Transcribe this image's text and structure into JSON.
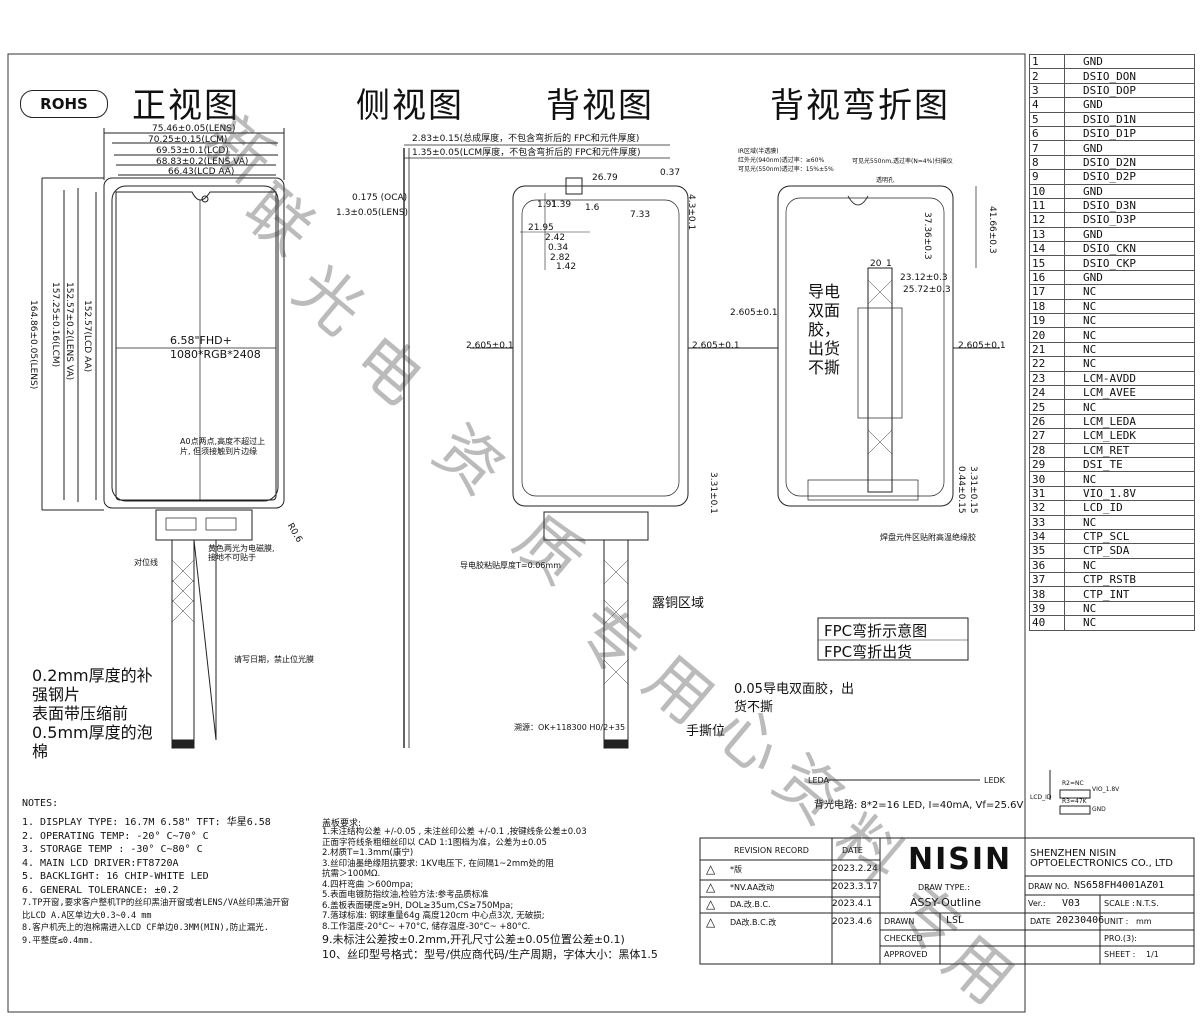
{
  "rohs": "ROHS",
  "views": {
    "front": "正视图",
    "side": "侧视图",
    "back": "背视图",
    "back_bend": "背视弯折图"
  },
  "front_dims": {
    "d1": "75.46±0.05(LENS)",
    "d2": "70.25±0.15(LCM)",
    "d3": "69.53±0.1(LCD)",
    "d4": "68.83±0.2(LENS VA)",
    "d5": "66.43(LCD AA)",
    "v1": "152.57(LCD AA)",
    "v2": "152.57±0.2(LENS VA)",
    "v3": "157.25±0.16(LCM)",
    "v4": "164.86±0.05(LENS)",
    "spec1": "6.58\"FHD+",
    "spec2": "1080*RGB*2408",
    "note_a1": "A0点两点,高度不超过上",
    "note_a2": "片, 但须接触到片边缘",
    "r06": "R0.6",
    "fpc_note1": "黄色两光为电磁膜,",
    "fpc_note2": "接地不可贴于",
    "align_mark": "对位线",
    "label_note": "请写日期，禁止位光膜"
  },
  "side_dims": {
    "t1": "2.83±0.15(总成厚度，不包含弯折后的 FPC和元件厚度)",
    "t2": "1.35±0.05(LCM厚度，不包含弯折后的 FPC和元件厚度)",
    "oca": "0.175 (OCA)",
    "lens": "1.3±0.05(LENS)"
  },
  "back_dims": {
    "w1": "26.79",
    "w2": "0.37",
    "a": "1.91",
    "b": "1.39",
    "c": "1.6",
    "d": "7.33",
    "e": "21.95",
    "f": "2.42",
    "g": "0.34",
    "h": "2.82",
    "i": "1.42",
    "top": "4.3±0.1",
    "side_l": "2.605±0.1",
    "side_r": "2.605±0.1",
    "bot": "3.31±0.1",
    "tape_note": "导电胶粘贴厚度T=0.06mm",
    "copper": "露铜区域",
    "tape05": "0.05导电双面胶，出",
    "tape05b": "货不撕",
    "tear": "手撕位",
    "qr": "溯源：OK+118300 H0/2+35"
  },
  "bend_dims": {
    "ir1": "IR区域(半透膜)",
    "ir2": "红外光(940nm)透过率：≥60%",
    "ir3": "可见光(550nm)透过率：15%±5%",
    "ir4": "可见光550nm,透过率(N=4%)扫描仪",
    "ir5": "透明孔",
    "h1": "37.36±0.3",
    "h2": "41.66±0.3",
    "w1": "23.12±0.3",
    "w2": "25.72±0.3",
    "side_l": "2.605±0.1",
    "side_r": "2.605±0.1",
    "pin20": "20",
    "pin1": "1",
    "tape": "导电双面胶，出货不撕",
    "bot1": "3.31±0.15",
    "bot2": "0.44±0.15",
    "comp": "焊盘元件区贴附高温绝缘胶"
  },
  "fpc_box": [
    "FPC弯折示意图",
    "FPC弯折出货"
  ],
  "stiffener_note": [
    "0.2mm厚度的补",
    "强钢片",
    "表面带压缩前",
    "0.5mm厚度的泡",
    "棉"
  ],
  "pins": [
    [
      "1",
      "GND"
    ],
    [
      "2",
      "DSIO_DON"
    ],
    [
      "3",
      "DSIO_DOP"
    ],
    [
      "4",
      "GND"
    ],
    [
      "5",
      "DSIO_D1N"
    ],
    [
      "6",
      "DSIO_D1P"
    ],
    [
      "7",
      "GND"
    ],
    [
      "8",
      "DSIO_D2N"
    ],
    [
      "9",
      "DSIO_D2P"
    ],
    [
      "10",
      "GND"
    ],
    [
      "11",
      "DSIO_D3N"
    ],
    [
      "12",
      "DSIO_D3P"
    ],
    [
      "13",
      "GND"
    ],
    [
      "14",
      "DSIO_CKN"
    ],
    [
      "15",
      "DSIO_CKP"
    ],
    [
      "16",
      "GND"
    ],
    [
      "17",
      "NC"
    ],
    [
      "18",
      "NC"
    ],
    [
      "19",
      "NC"
    ],
    [
      "20",
      "NC"
    ],
    [
      "21",
      "NC"
    ],
    [
      "22",
      "NC"
    ],
    [
      "23",
      "LCM-AVDD"
    ],
    [
      "24",
      "LCM_AVEE"
    ],
    [
      "25",
      "NC"
    ],
    [
      "26",
      "LCM_LEDA"
    ],
    [
      "27",
      "LCM_LEDK"
    ],
    [
      "28",
      "LCM_RET"
    ],
    [
      "29",
      "DSI_TE"
    ],
    [
      "30",
      "NC"
    ],
    [
      "31",
      "VIO_1.8V"
    ],
    [
      "32",
      "LCD_ID"
    ],
    [
      "33",
      "NC"
    ],
    [
      "34",
      "CTP_SCL"
    ],
    [
      "35",
      "CTP_SDA"
    ],
    [
      "36",
      "NC"
    ],
    [
      "37",
      "CTP_RSTB"
    ],
    [
      "38",
      "CTP_INT"
    ],
    [
      "39",
      "NC"
    ],
    [
      "40",
      "NC"
    ]
  ],
  "led": {
    "leda": "LEDA",
    "ledk": "LEDK",
    "circuit": "背光电路: 8*2=16 LED, I=40mA, Vf=25.6V",
    "r2": "R2=NC",
    "r3": "R3=47K",
    "vio": "VIO_1.8V",
    "gnd": "GND",
    "lcdid": "LCD_ID"
  },
  "notes": {
    "title": "NOTES:",
    "items": [
      "1. DISPLAY TYPE: 16.7M  6.58\" TFT: 华星6.58",
      "2. OPERATING TEMP: -20° C~70° C",
      "3. STORAGE TEMP : -30° C~80° C",
      "4. MAIN LCD DRIVER:FT8720A",
      "5. BACKLIGHT: 16 CHIP-WHITE LED",
      "6. GENERAL TOLERANCE: ±0.2",
      "7.TP开窗,要求客户整机TP的丝印黑油开窗或者LENS/VA丝印黑油开窗",
      "比LCD A.A区单边大0.3~0.4 mm",
      "8.客户机壳上的泡棉需进入LCD CF单边0.3MM(MIN),防止漏光.",
      "9.平整度≤0.4mm."
    ]
  },
  "cover": {
    "title": "盖板要求:",
    "items": [
      "1.未注结构公差 +/-0.05 , 未注丝印公差 +/-0.1 ,按键线条公差±0.03",
      "正面字符线条粗细丝印以 CAD 1:1图档为准，公差为±0.05",
      "2.材质T=1.3mm(康宁)",
      "3.丝印油墨绝缘阻抗要求: 1KV电压下, 在间隔1~2mm处的阻",
      "抗需＞100MΩ.",
      "4.四杆弯曲  ＞600mpa;",
      "5.表面电镀防指纹油,检验方法:参考品质标准",
      "6.盖板表面硬度≥9H, DOL≥35um,CS≥750Mpa;",
      "7.落球标准: 钢球重量64g 高度120cm 中心点3次, 无破损;",
      "8.工作温度-20°C~ +70°C, 储存温度-30°C~ +80°C."
    ],
    "item9": "9.未标注公差按±0.2mm,开孔尺寸公差±0.05位置公差±0.1)",
    "item10": "10、丝印型号格式：型号/供应商代码/生产周期，字体大小：黑体1.5"
  },
  "title_block": {
    "company": "SHENZHEN NISIN",
    "company2": "OPTOELECTRONICS CO., LTD",
    "logo": "NISIN",
    "rev_record": "REVISION RECORD",
    "date_h": "DATE",
    "rev": [
      [
        "*版",
        "2023.2.24"
      ],
      [
        "*NV.AA改动",
        "2023.3.17"
      ],
      [
        "DA.改.B.C.",
        "2023.4.1"
      ],
      [
        "DA改.B.C.改",
        "2023.4.6"
      ]
    ],
    "draw_type": "DRAW TYPE.:",
    "draw_type_v": "ASSY-Outline",
    "draw_no": "DRAW NO.",
    "draw_no_v": "NS658FH4001AZ01",
    "ver": "Ver.:",
    "ver_v": "V03",
    "scale": "SCALE :",
    "scale_v": "N.T.S.",
    "drawn": "DRAWN",
    "drawn_v": "LSL",
    "date": "DATE",
    "date_v": "20230406",
    "unit": "UNIT :",
    "unit_v": "mm",
    "checked": "CHECKED",
    "pro": "PRO.(3):",
    "approved": "APPROVED",
    "sheet": "SHEET :",
    "sheet_v": "1/1"
  },
  "watermark": [
    "新",
    "联",
    "光",
    "电",
    "资",
    "质",
    "专",
    "用",
    "心",
    "资",
    "料",
    "专",
    "用"
  ]
}
